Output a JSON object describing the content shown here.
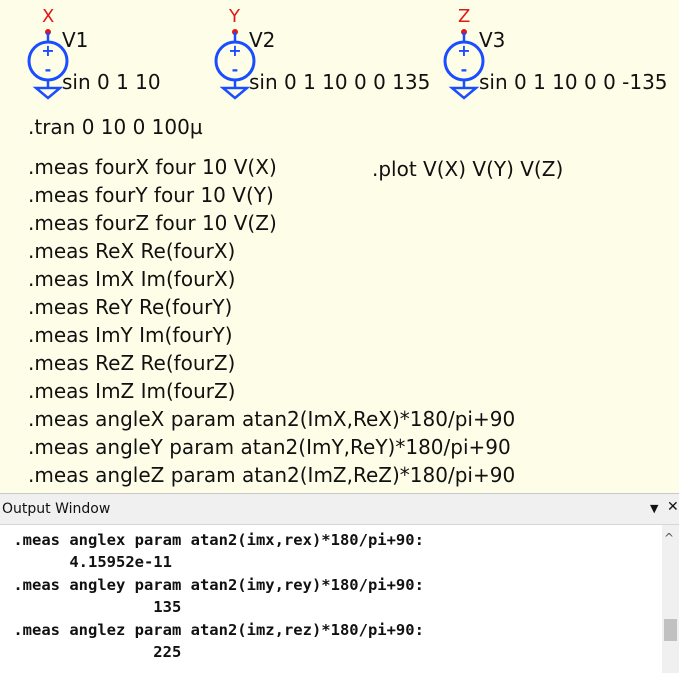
{
  "schematic": {
    "sources": [
      {
        "net": "X",
        "name": "V1",
        "value": "sin 0 1 10"
      },
      {
        "net": "Y",
        "name": "V2",
        "value": "sin 0 1 10 0 0 135"
      },
      {
        "net": "Z",
        "name": "V3",
        "value": "sin 0 1 10 0 0 -135"
      }
    ],
    "tran": ".tran 0 10 0 100µ",
    "plot": ".plot V(X) V(Y) V(Z)",
    "meas": [
      ".meas fourX four 10 V(X)",
      ".meas fourY four 10 V(Y)",
      ".meas fourZ four 10 V(Z)",
      ".meas ReX Re(fourX)",
      ".meas ImX Im(fourX)",
      ".meas ReY Re(fourY)",
      ".meas ImY Im(fourY)",
      ".meas ReZ Re(fourZ)",
      ".meas ImZ Im(fourZ)",
      ".meas angleX param atan2(ImX,ReX)*180/pi+90",
      ".meas angleY param atan2(ImY,ReY)*180/pi+90",
      ".meas angleZ param atan2(ImZ,ReZ)*180/pi+90"
    ],
    "colors": {
      "net_label": "#e01818",
      "source_symbol": "#1a4dff",
      "background": "#fefee8"
    }
  },
  "output_window": {
    "title": "Output Window",
    "lines": [
      " .meas anglex param atan2(imx,rex)*180/pi+90:",
      "       4.15952e-11",
      " .meas angley param atan2(imy,rey)*180/pi+90:",
      "                135",
      " .meas anglez param atan2(imz,rez)*180/pi+90:",
      "                225"
    ]
  }
}
